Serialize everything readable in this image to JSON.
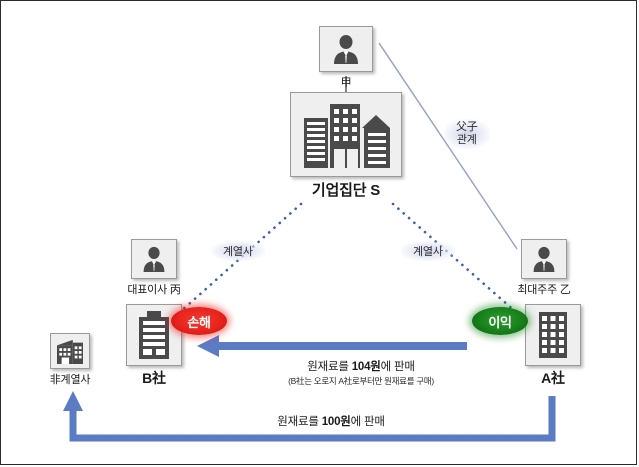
{
  "diagram": {
    "title_hidden": "",
    "colors": {
      "arrow_blue": "#5b7bc4",
      "dotted_blue": "#3b5fb0",
      "loss_red": "#e8231c",
      "gain_green": "#17801a",
      "icon_gray": "#4a4a4a",
      "border": "#2b2b2b"
    },
    "nodes": [
      {
        "id": "gap",
        "caption": "甲",
        "icon": "businessman-icon",
        "style": "plain"
      },
      {
        "id": "group",
        "caption": "기업집단 S",
        "icon": "corporate-buildings-icon",
        "style": "big"
      },
      {
        "id": "ceo",
        "caption": "대표이사 丙",
        "icon": "businessman-icon",
        "style": "plain"
      },
      {
        "id": "share",
        "caption": "최대주주 乙",
        "icon": "businessman-icon",
        "style": "plain"
      },
      {
        "id": "b",
        "caption": "B社",
        "icon": "office-building-icon",
        "style": "bold"
      },
      {
        "id": "a",
        "caption": "A社",
        "icon": "office-tower-icon",
        "style": "bold"
      },
      {
        "id": "non",
        "caption": "非계열사",
        "icon": "factory-building-icon",
        "style": "plain"
      }
    ],
    "badges": [
      {
        "id": "loss",
        "label": "손해",
        "color": "#e8231c",
        "attached_to": "B社"
      },
      {
        "id": "gain",
        "label": "이익",
        "color": "#17801a",
        "attached_to": "A社"
      }
    ],
    "edge_labels": {
      "father_son_line1": "父子",
      "father_son_line2": "관계",
      "affiliate_left": "계열사",
      "affiliate_right": "계열사"
    },
    "arrows": [
      {
        "id": "a-to-b",
        "from": "A社",
        "to": "B社",
        "main_pre": "원재료를 ",
        "main_amount": "104원",
        "main_post": "에 판매",
        "sub": "(B社는 오로지 A社로부터만 원재료를 구매)"
      },
      {
        "id": "a-to-non",
        "from": "A社",
        "to": "非계열사",
        "main_pre": "원재료를 ",
        "main_amount": "100원",
        "main_post": "에 판매",
        "sub": ""
      }
    ]
  }
}
